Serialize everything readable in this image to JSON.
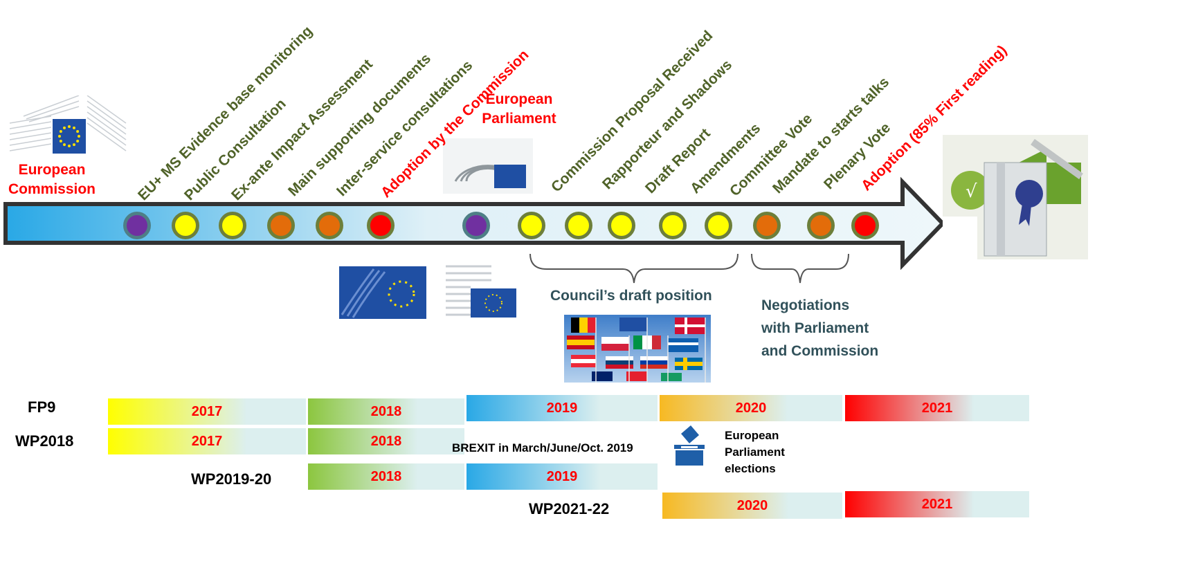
{
  "commission": {
    "label_line1": "European",
    "label_line2": "Commission"
  },
  "parliament": {
    "label_line1": "European",
    "label_line2": "Parliament"
  },
  "steps": [
    {
      "text": "EU+ MS Evidence base monitoring",
      "color": "#4f6228"
    },
    {
      "text": "Public Consultation",
      "color": "#4f6228"
    },
    {
      "text": "Ex-ante Impact Assessment",
      "color": "#4f6228"
    },
    {
      "text": "Main supporting documents",
      "color": "#4f6228"
    },
    {
      "text": "Inter-service consultations",
      "color": "#4f6228"
    },
    {
      "text": "Adoption by the Commission",
      "color": "#ff0000"
    },
    {
      "text": "Commission Proposal Received",
      "color": "#4f6228"
    },
    {
      "text": "Rapporteur and Shadows",
      "color": "#4f6228"
    },
    {
      "text": "Draft Report",
      "color": "#4f6228"
    },
    {
      "text": "Amendments",
      "color": "#4f6228"
    },
    {
      "text": "Committee Vote",
      "color": "#4f6228"
    },
    {
      "text": "Mandate to starts talks",
      "color": "#4f6228"
    },
    {
      "text": "Plenary Vote",
      "color": "#4f6228"
    },
    {
      "text": "Adoption (85% First reading)",
      "color": "#ff0000"
    }
  ],
  "dot_colors": {
    "purple": "#7030a0",
    "yellow": "#ffff00",
    "orange": "#e36c0a",
    "red": "#ff0000"
  },
  "council": {
    "draft_position": "Council’s draft position"
  },
  "negotiations": {
    "line1": "Negotiations",
    "line2": "with Parliament",
    "line3": "and Commission"
  },
  "timeline": {
    "fp9": {
      "label": "FP9",
      "years": [
        "2017",
        "2018",
        "2019",
        "2020",
        "2021"
      ]
    },
    "wp2018": {
      "label": "WP2018",
      "years": [
        "2017",
        "2018"
      ]
    },
    "wp2019": {
      "label": "WP2019-20",
      "years": [
        "2018",
        "2019"
      ]
    },
    "wp2021": {
      "label": "WP2021-22",
      "years": [
        "2020",
        "2021"
      ]
    },
    "brexit": "BREXIT in March/June/Oct. 2019",
    "elections": {
      "line1": "European",
      "line2": "Parliament",
      "line3": "elections"
    }
  }
}
